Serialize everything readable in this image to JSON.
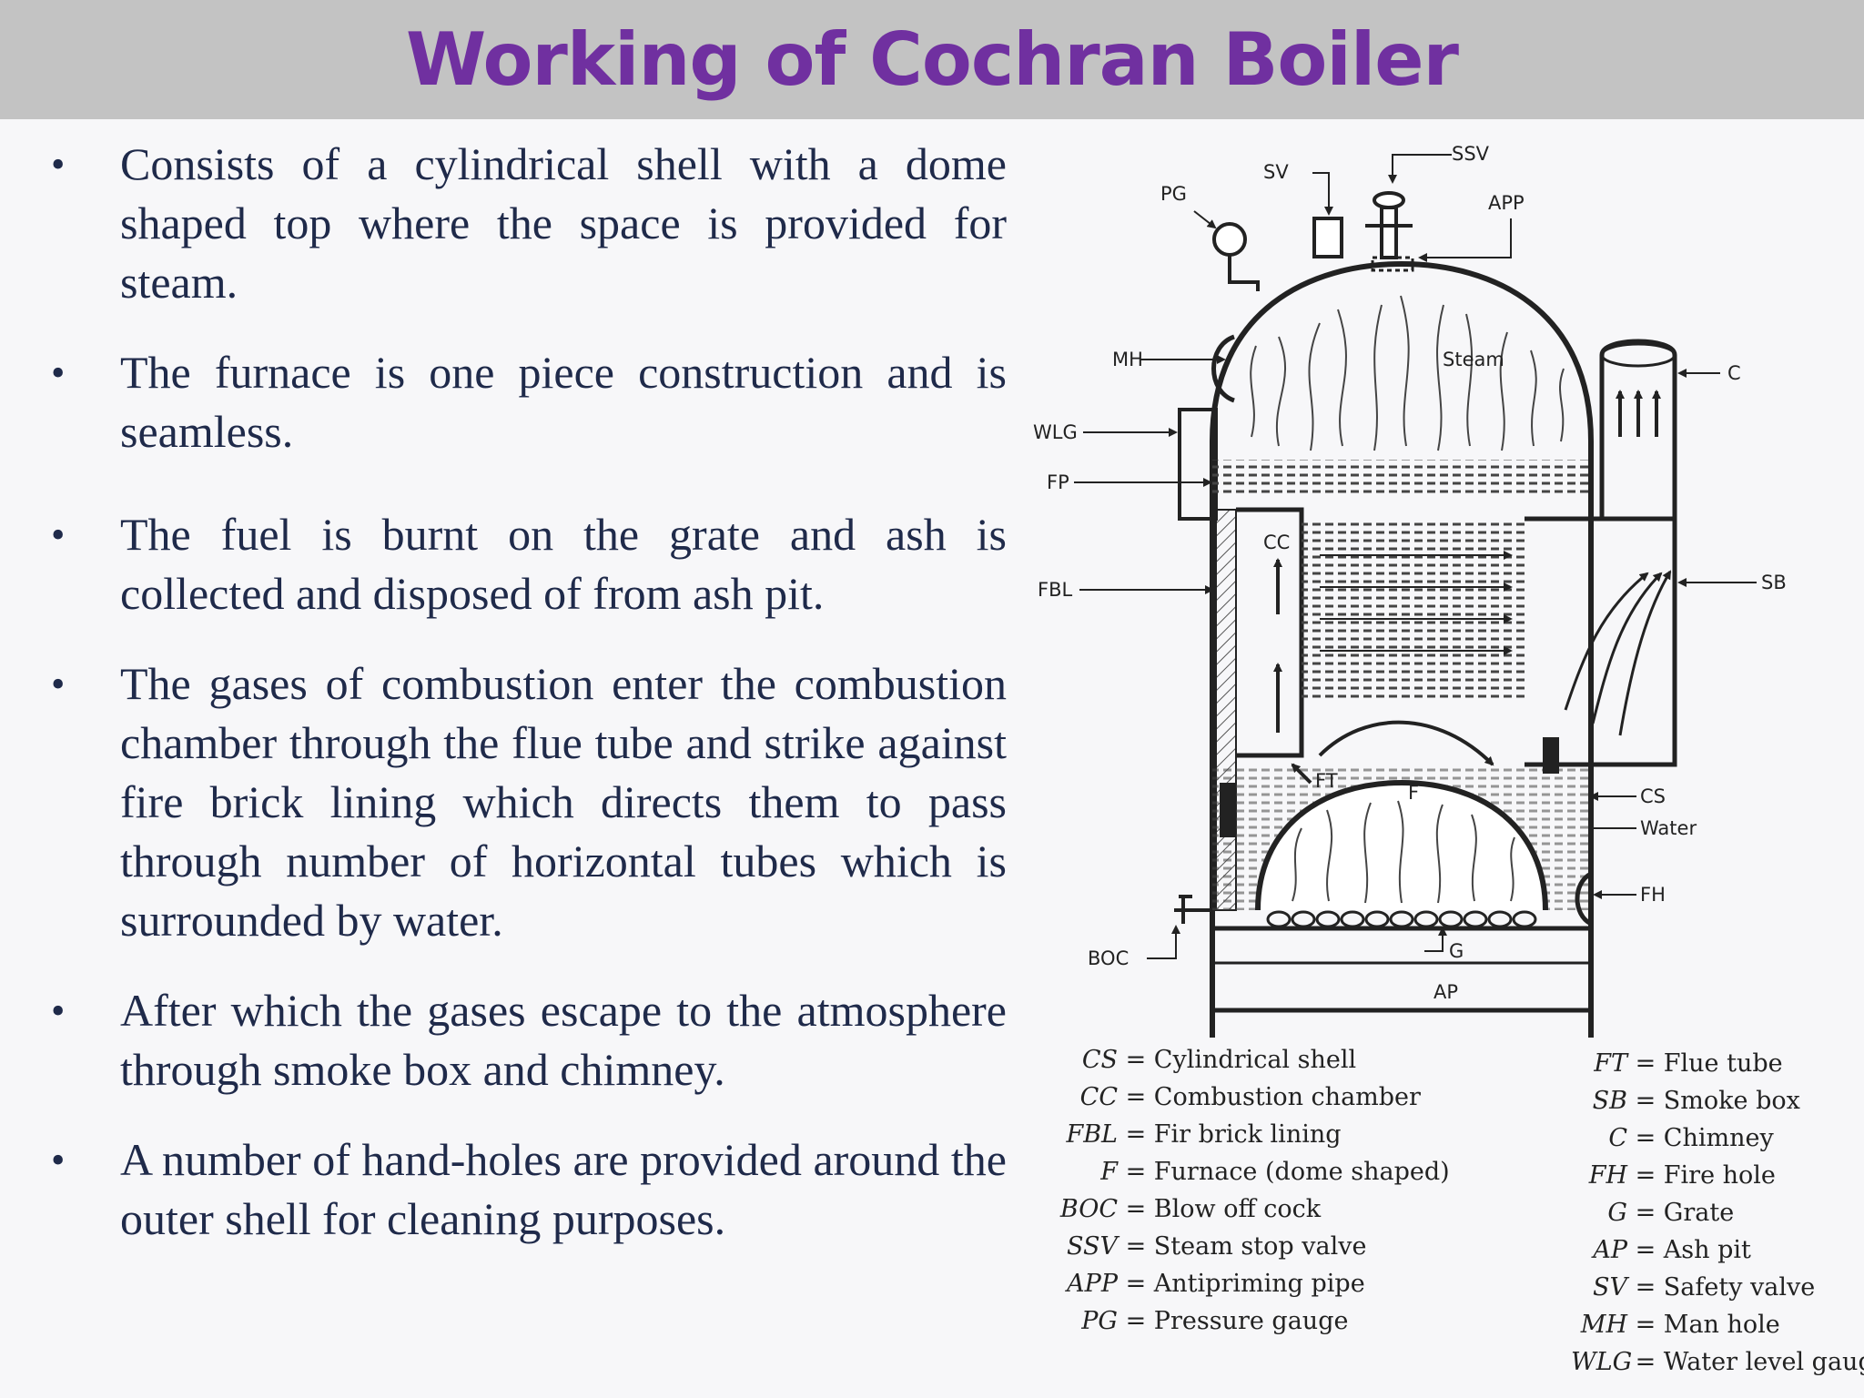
{
  "title": "Working of Cochran Boiler",
  "bullets": [
    "Consists of a cylindrical shell with a dome shaped top where the space is provided for steam.",
    "The furnace is one piece construction and is seamless.",
    "The fuel is burnt on the grate and ash is collected and disposed of from ash pit.",
    "The gases of combustion enter the combustion chamber through the flue tube and strike against fire brick lining which directs them to pass through number of horizontal tubes which is surrounded by water.",
    "After which the gases escape to the atmosphere through smoke box and chimney.",
    "A number of hand-holes are provided around the outer shell for cleaning purposes."
  ],
  "diagram": {
    "labels": {
      "ssv": "SSV",
      "sv": "SV",
      "pg": "PG",
      "app": "APP",
      "mh": "MH",
      "steam": "Steam",
      "c": "C",
      "wlg": "WLG",
      "fp": "FP",
      "cc": "CC",
      "fbl": "FBL",
      "sb": "SB",
      "ft": "FT",
      "f": "F",
      "cs": "CS",
      "water": "Water",
      "fh": "FH",
      "boc": "BOC",
      "g": "G",
      "ap": "AP"
    },
    "legend_left": [
      {
        "abbr": "CS",
        "text": "Cylindrical shell"
      },
      {
        "abbr": "CC",
        "text": "Combustion chamber"
      },
      {
        "abbr": "FBL",
        "text": "Fir brick lining"
      },
      {
        "abbr": "F",
        "text": "Furnace (dome shaped)"
      },
      {
        "abbr": "BOC",
        "text": "Blow off cock"
      },
      {
        "abbr": "SSV",
        "text": "Steam stop valve"
      },
      {
        "abbr": "APP",
        "text": "Antipriming pipe"
      },
      {
        "abbr": "PG",
        "text": "Pressure gauge"
      }
    ],
    "legend_right": [
      {
        "abbr": "FT",
        "text": "Flue tube"
      },
      {
        "abbr": "SB",
        "text": "Smoke box"
      },
      {
        "abbr": "C",
        "text": "Chimney"
      },
      {
        "abbr": "FH",
        "text": "Fire hole"
      },
      {
        "abbr": "G",
        "text": "Grate"
      },
      {
        "abbr": "AP",
        "text": "Ash pit"
      },
      {
        "abbr": "SV",
        "text": "Safety valve"
      },
      {
        "abbr": "MH",
        "text": "Man hole"
      },
      {
        "abbr": "WLG",
        "text": "Water level gauge"
      }
    ]
  }
}
